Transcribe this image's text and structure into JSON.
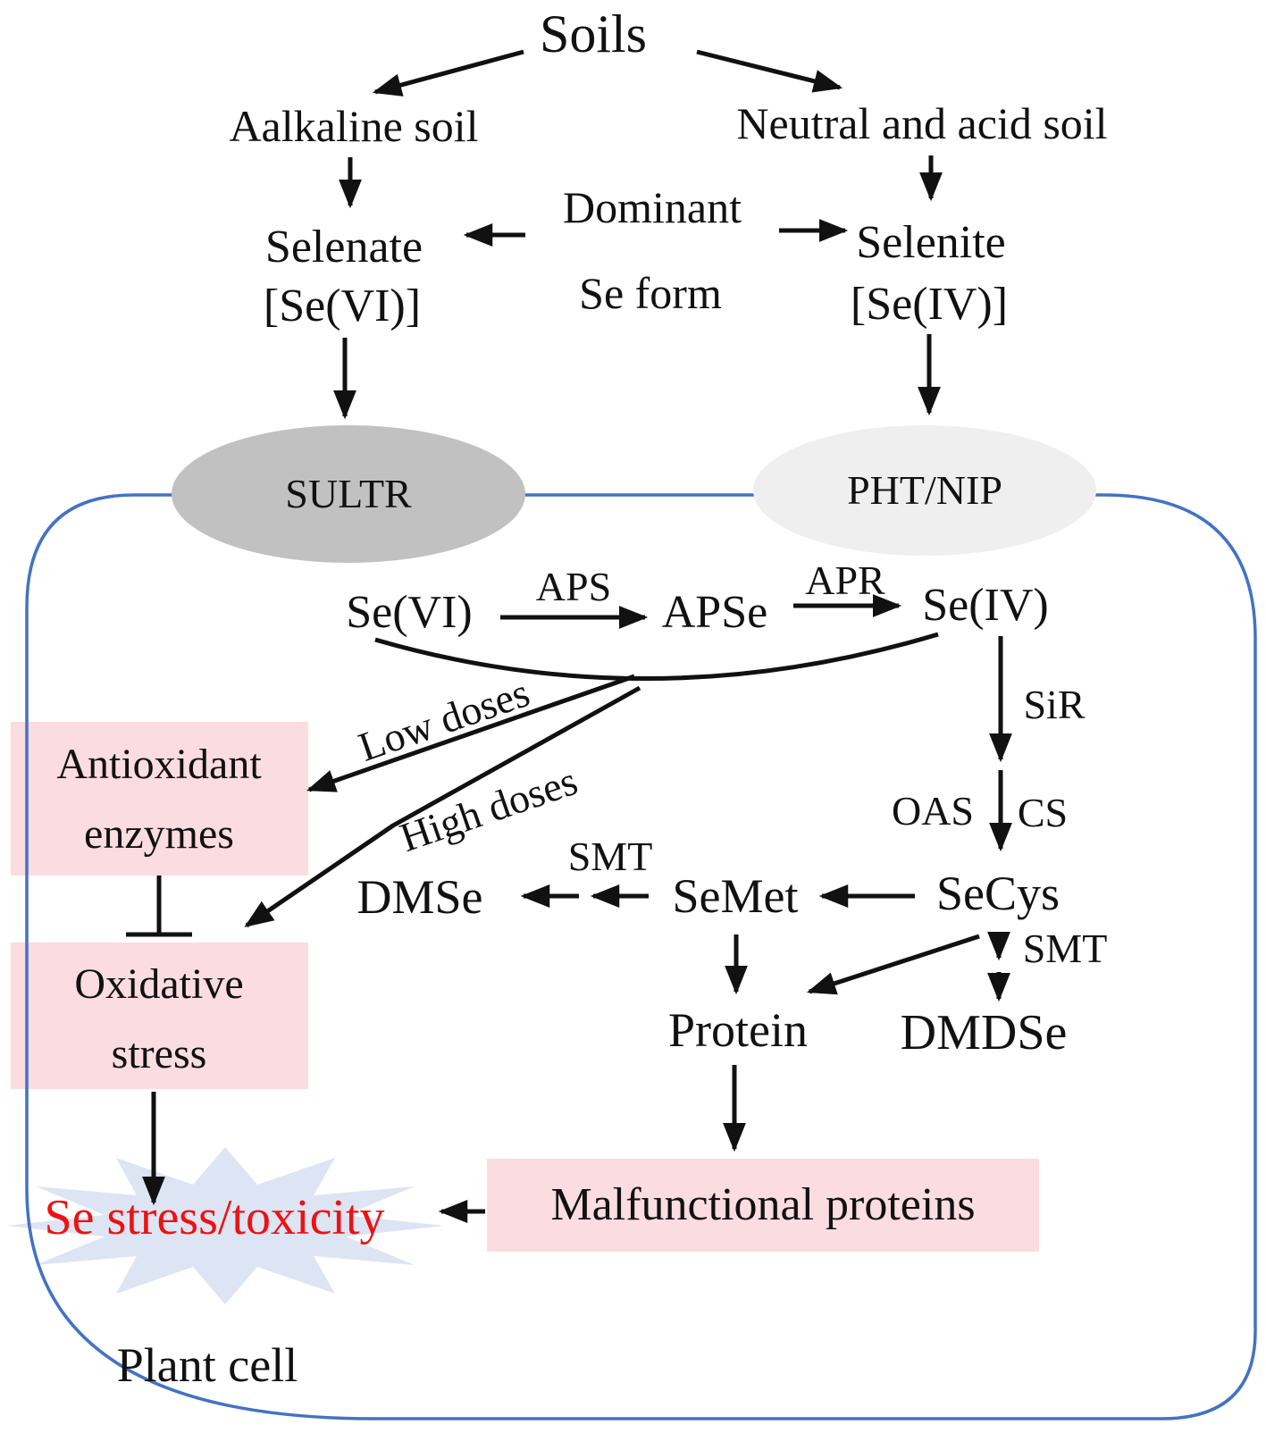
{
  "nodes": {
    "soils": "Soils",
    "alkaline_soil": "Aalkaline soil",
    "neutral_soil": "Neutral and acid soil",
    "dominant_1": "Dominant",
    "dominant_2": "Se form",
    "selenate": "Selenate",
    "selenate_formula": "[Se(VI)]",
    "selenite": "Selenite",
    "selenite_formula": "[Se(IV)]",
    "sultr": "SULTR",
    "pht_nip": "PHT/NIP",
    "se_vi": "Se(VI)",
    "aps": "APS",
    "apse": "APSe",
    "apr": "APR",
    "se_iv": "Se(IV)",
    "sir": "SiR",
    "oas": "OAS",
    "cs": "CS",
    "low_doses": "Low doses",
    "high_doses": "High doses",
    "antioxidant_1": "Antioxidant",
    "antioxidant_2": "enzymes",
    "oxidative_1": "Oxidative",
    "oxidative_2": "stress",
    "smt_left": "SMT",
    "dmse": "DMSe",
    "semet": "SeMet",
    "secys": "SeCys",
    "smt_right": "SMT",
    "protein": "Protein",
    "dmdse": "DMDSe",
    "malfunctional": "Malfunctional proteins",
    "se_stress": "Se stress/toxicity",
    "plant_cell": "Plant cell"
  },
  "colors": {
    "accent_blue": "#4472c4",
    "box_pink": "#fadce1",
    "ellipse_gray": "#c1c1c1",
    "ellipse_light": "#f0efef",
    "starburst_blue": "#dde4f4",
    "stress_red": "#ee1111",
    "arrow_black": "#111111"
  }
}
